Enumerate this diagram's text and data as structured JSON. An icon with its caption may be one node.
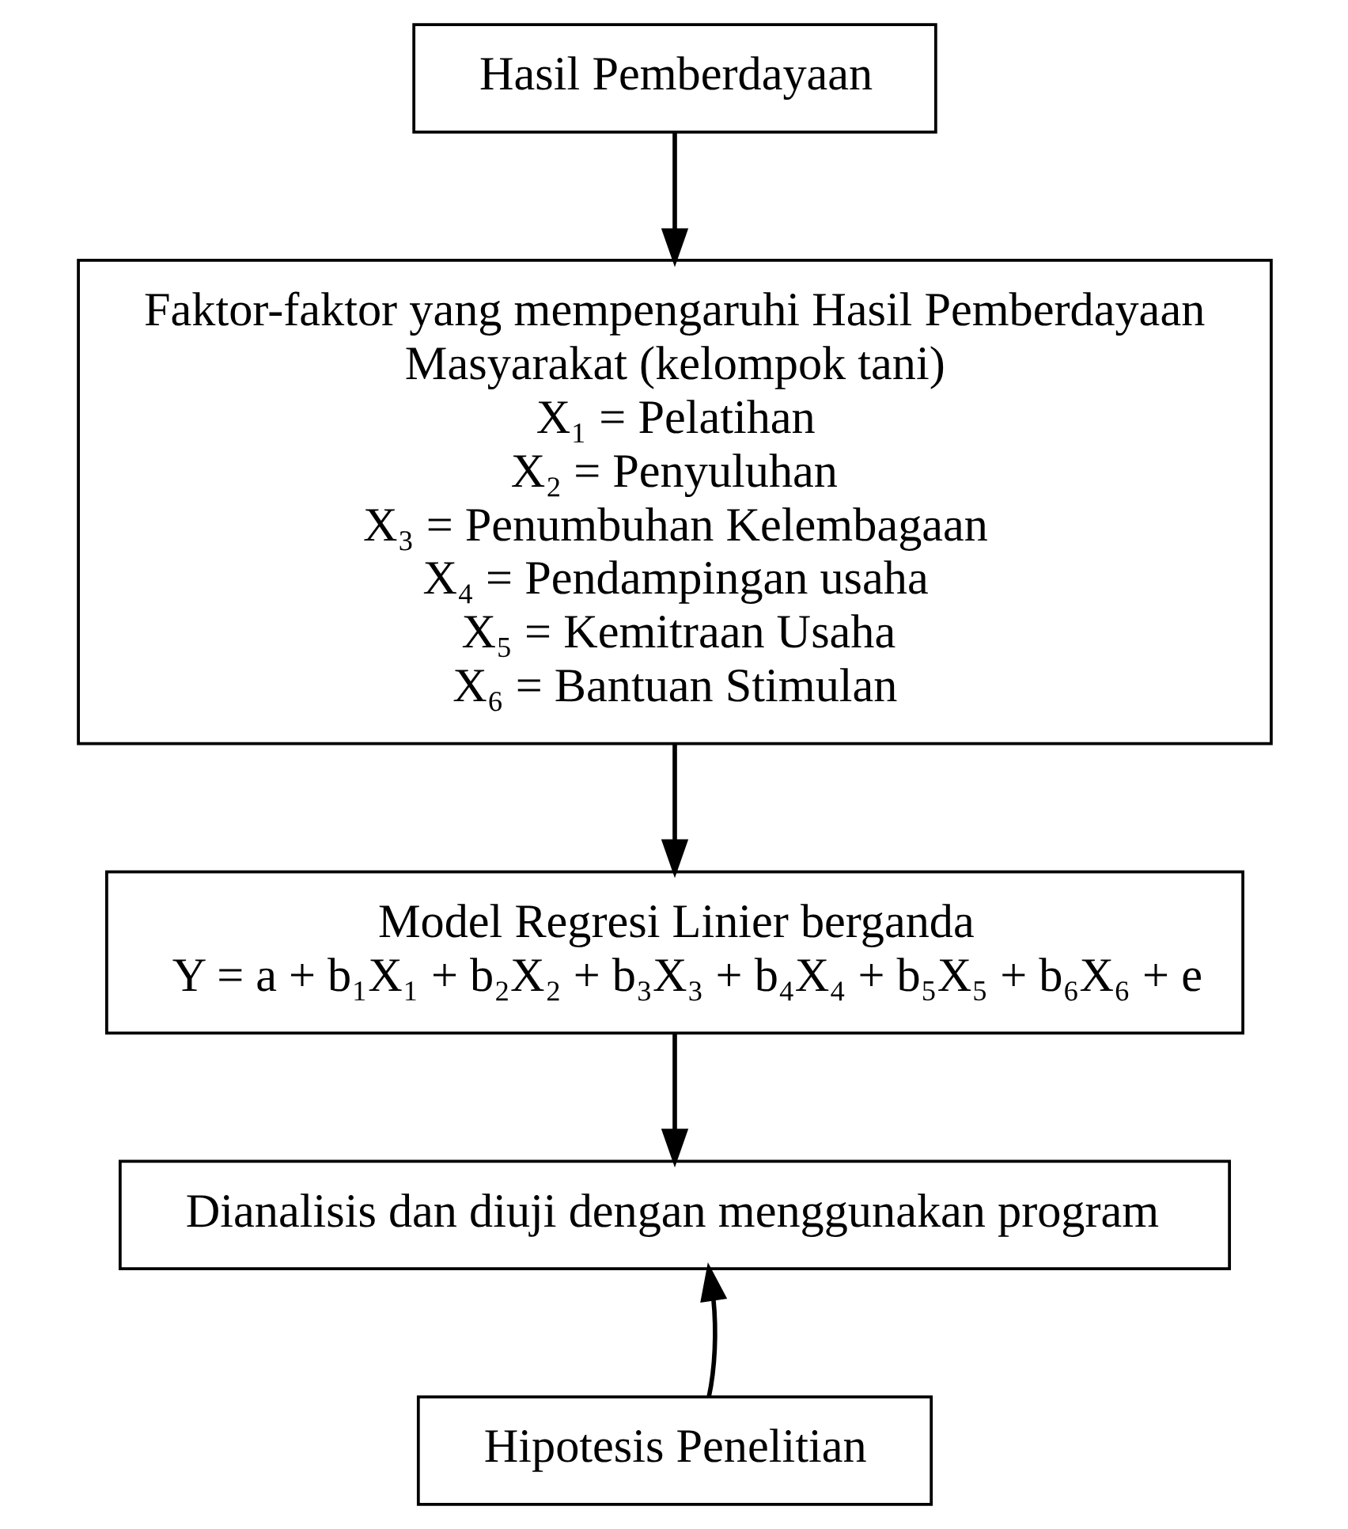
{
  "diagram": {
    "nodes": [
      {
        "text": [
          "Hasil Pemberdayaan"
        ]
      },
      {
        "text": [
          "Faktor-faktor yang mempengaruhi Hasil Pemberdayaan Masyarakat (kelompok tani)",
          "X₁ = Pelatihan",
          "X₂ = Penyuluhan",
          "X₃ = Penumbuhan Kelembagaan",
          "X₄ = Pendampingan usaha",
          "X₅ = Kemitraan Usaha",
          "X₆ = Bantuan Stimulan"
        ]
      },
      {
        "text": [
          "Model Regresi Linier berganda",
          "Y = a + b₁X₁ + b₂X₂ + b₃X₃ + b₄X₄ + b₅X₅ + b₆X₆ + e"
        ]
      },
      {
        "text": [
          "Dianalisis dan diuji dengan menggunakan program"
        ]
      },
      {
        "text": [
          "Hipotesis Penelitian"
        ]
      }
    ],
    "edges": [
      {
        "from": 0,
        "to": 1,
        "arrow": "to"
      },
      {
        "from": 1,
        "to": 2,
        "arrow": "to"
      },
      {
        "from": 2,
        "to": 3,
        "arrow": "to"
      },
      {
        "from": 4,
        "to": 3,
        "arrow": "to"
      }
    ]
  }
}
